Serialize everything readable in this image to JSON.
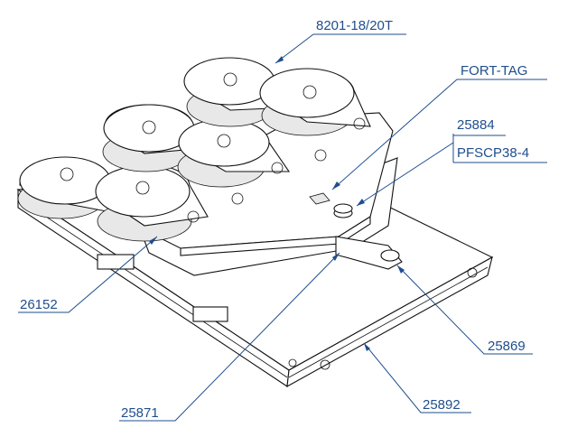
{
  "callouts": {
    "c1": "8201-18/20T",
    "c2": "FORT-TAG",
    "c3": "25884",
    "c4": "PFSCP38-4",
    "c5": "26152",
    "c6": "25869",
    "c7": "25871",
    "c8": "25892"
  },
  "colors": {
    "callout": "#1f4e8c",
    "line": "#111111"
  }
}
